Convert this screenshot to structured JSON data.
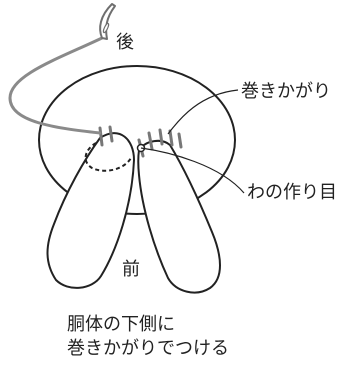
{
  "labels": {
    "back": "後",
    "front": "前",
    "whipstitch": "巻きかがり",
    "ring_start": "わの作り目"
  },
  "caption": {
    "line1": "胴体の下側に",
    "line2": "巻きかがりでつける"
  },
  "colors": {
    "outline": "#222222",
    "yarn": "#8a8a8a",
    "needle": "#6f6f6f",
    "stitch": "#777777"
  }
}
